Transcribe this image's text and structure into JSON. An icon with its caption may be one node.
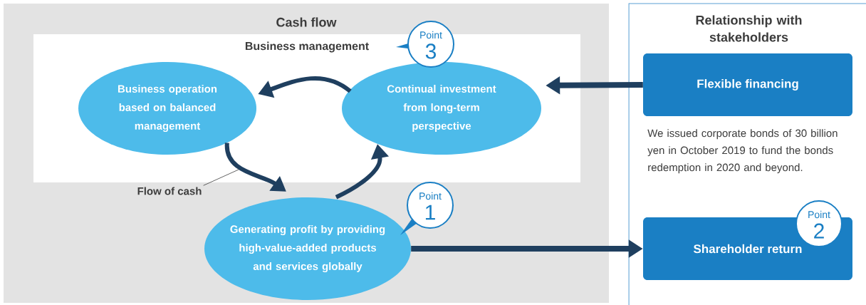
{
  "diagram": {
    "nodes": [
      {
        "text": [
          "Cash flow"
        ]
      },
      {
        "text": [
          "Business management"
        ],
        "in": 0
      },
      {
        "text": [
          "Business operation based on balanced management"
        ],
        "in": 1
      },
      {
        "text": [
          "Continual investment from long-term perspective"
        ],
        "in": 1
      },
      {
        "text": [
          "Generating profit by providing high-value-added products and services globally"
        ],
        "in": 0
      },
      {
        "text": [
          "Relationship with stakeholders"
        ]
      },
      {
        "text": [
          "Flexible financing"
        ],
        "in": 5,
        "beside": [
          "We issued corporate bonds of 30 billion yen in October 2019 to fund the bonds redemption in 2020 and beyond."
        ]
      },
      {
        "text": [
          "Shareholder return"
        ],
        "in": 5
      },
      {
        "text": [
          "Point",
          "3"
        ],
        "in": 0
      },
      {
        "text": [
          "Point",
          "1"
        ],
        "in": 0
      },
      {
        "text": [
          "Point",
          "2"
        ],
        "in": 5
      },
      {
        "text": [
          "Flow of cash"
        ],
        "in": 0
      }
    ],
    "edges": [
      {
        "from": 2,
        "to": 4,
        "arrow": "to"
      },
      {
        "from": 4,
        "to": 3,
        "arrow": "to"
      },
      {
        "from": 3,
        "to": 2,
        "arrow": "to"
      },
      {
        "from": 6,
        "to": 3,
        "arrow": "to"
      },
      {
        "from": 4,
        "to": 7,
        "arrow": "to"
      },
      {
        "from": 11,
        "to": null,
        "arrow": "none"
      }
    ]
  }
}
